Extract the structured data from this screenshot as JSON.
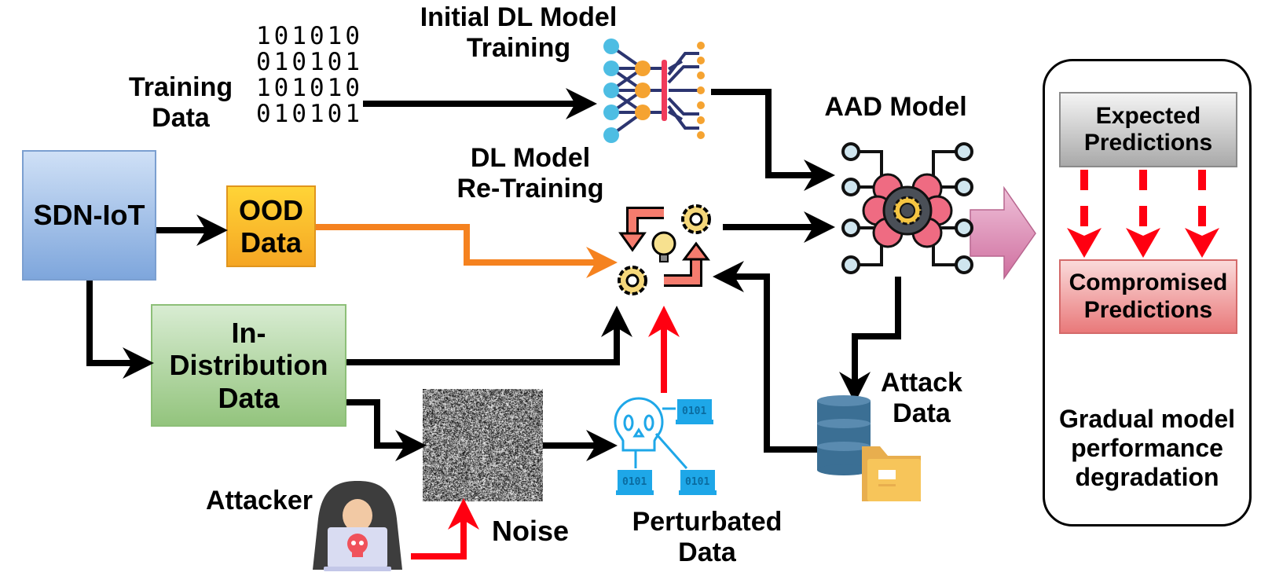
{
  "labels": {
    "training_data": "Training\nData",
    "initial_training": "Initial DL Model\nTraining",
    "dl_retraining": "DL Model\nRe-Training",
    "aad_model": "AAD Model",
    "attacker": "Attacker",
    "noise": "Noise",
    "perturbated_data": "Perturbated\nData",
    "attack_data": "Attack\nData",
    "degradation": "Gradual model\nperformance\ndegradation"
  },
  "boxes": {
    "sdn_iot": "SDN-IoT",
    "ood_data": "OOD\nData",
    "in_distribution": "In-\nDistribution\nData",
    "expected": "Expected\nPredictions",
    "compromised": "Compromised\nPredictions"
  },
  "binary_rows": [
    "101010",
    "010101",
    "101010",
    "010101"
  ],
  "colors": {
    "sdn_fill": "#7ea6dc",
    "ood_fill": "#f5a623",
    "in_dist_fill": "#93c47d",
    "ood_arrow": "#f5821f",
    "attack_arrow": "#ff0011",
    "neural_nodes_in": "#4dbde3",
    "neural_nodes_hidden": "#f5a331",
    "neural_bar": "#f03a5a",
    "brain": "#ef6b82",
    "gear": "#f5d77a",
    "hacker_blue": "#1ea7e8",
    "database": "#3b6f94",
    "folder": "#f7c55a",
    "pink_arrow": "#d67eaa"
  },
  "icons": {
    "neural_net": "neural-network-icon",
    "retraining": "retraining-cycle-icon",
    "aad_brain": "ai-brain-chip-icon",
    "skull_network": "skull-network-icon",
    "database": "database-icon",
    "folder": "folder-icon",
    "attacker": "hooded-attacker-icon",
    "noise_image": "noise-image"
  }
}
